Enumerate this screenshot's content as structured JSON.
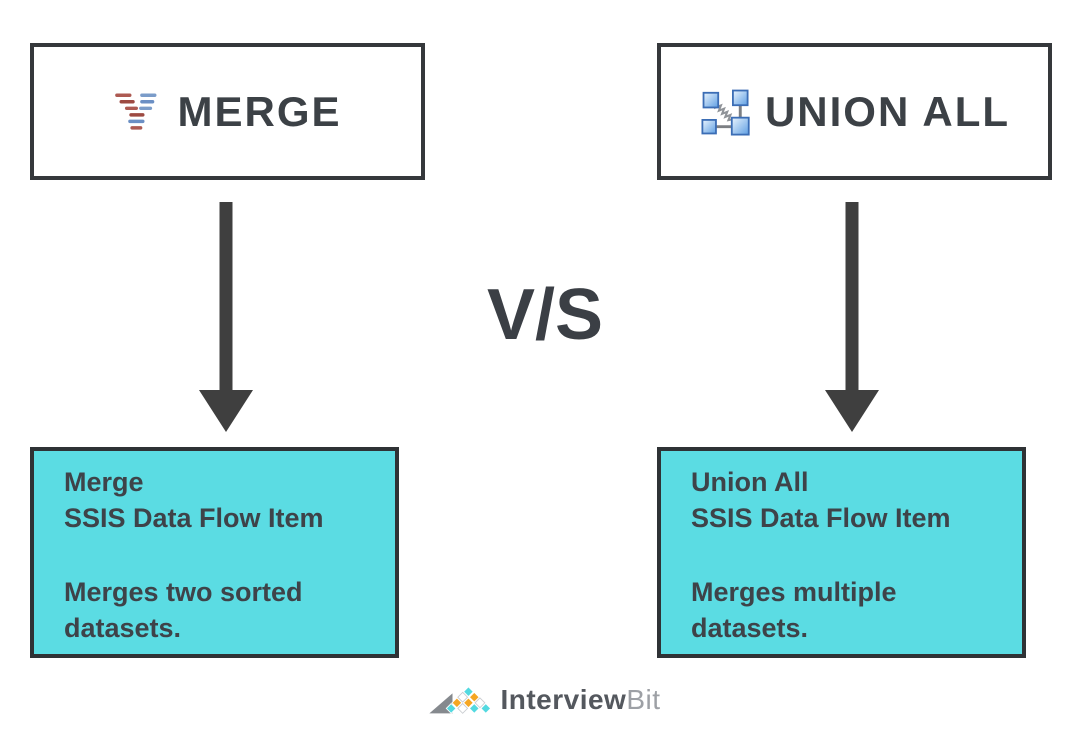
{
  "page": {
    "background": "#ffffff"
  },
  "colors": {
    "card_teal": "#5bdce3",
    "border_dark": "#35383b",
    "arrow_dark": "#3f3f3f",
    "text_dark": "#3e4349",
    "merge_icon_red": "#ad5a52",
    "merge_icon_blue": "#7b9cc9",
    "union_icon_blue": "#4a86d8",
    "brand_cyan": "#53d9e0",
    "brand_orange": "#f5a623",
    "brand_text_dark": "#54585e",
    "brand_text_light": "#9da0a5"
  },
  "vs": {
    "label": "V/S"
  },
  "merge": {
    "header": {
      "title": "MERGE",
      "icon": "merge-icon"
    },
    "card": {
      "name": "Merge",
      "subtitle": "SSIS Data Flow Item",
      "description": "Merges two sorted datasets."
    }
  },
  "union_all": {
    "header": {
      "title": "UNION ALL",
      "icon": "union-all-icon"
    },
    "card": {
      "name": "Union All",
      "subtitle": "SSIS Data Flow Item",
      "description": "Merges multiple datasets."
    }
  },
  "footer": {
    "brand_bold": "Interview",
    "brand_light": "Bit"
  }
}
